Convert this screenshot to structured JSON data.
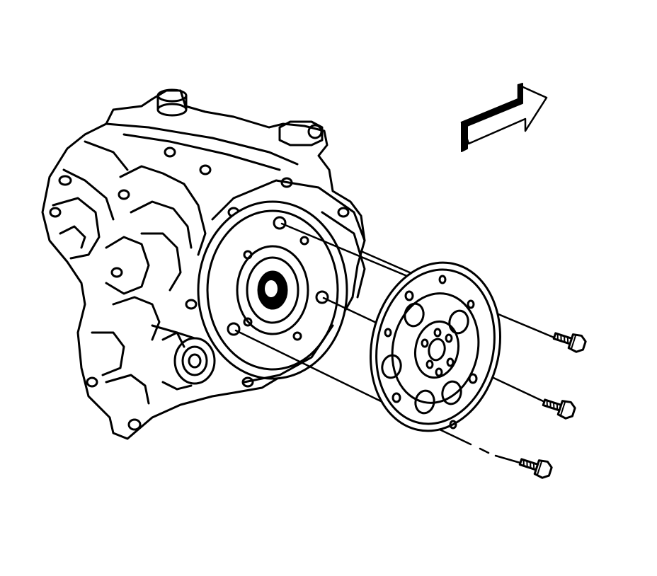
{
  "figure": {
    "type": "technical-line-drawing",
    "subject": "transaxle-with-flexplate-and-bolts",
    "background_color": "#ffffff",
    "line_color": "#000000",
    "bolt_count": 3,
    "icons": [
      "direction-arrow-icon"
    ]
  }
}
